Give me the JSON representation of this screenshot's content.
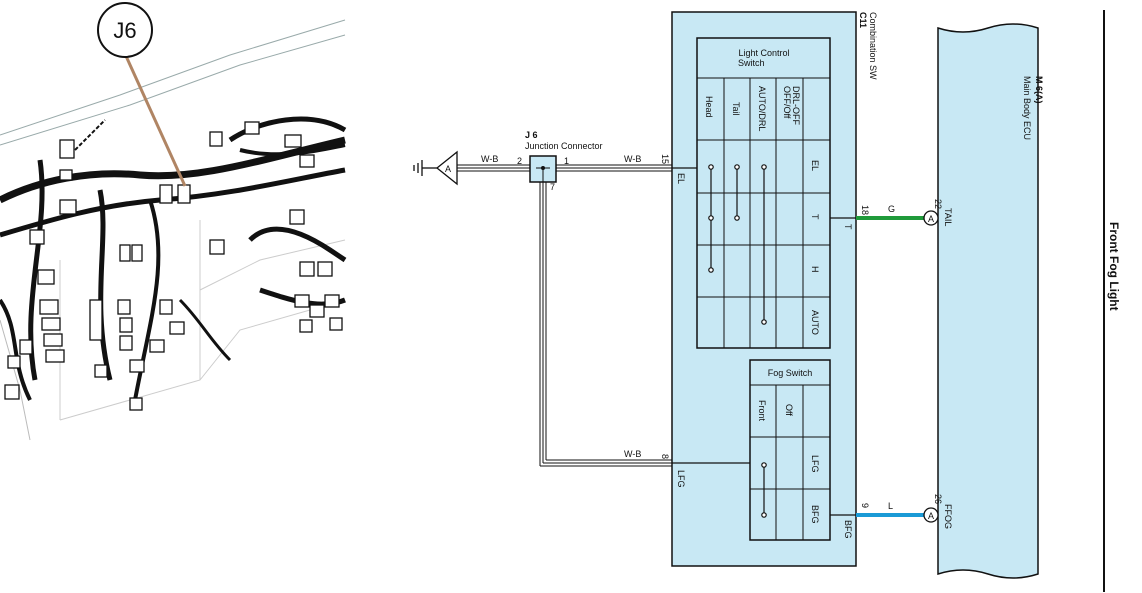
{
  "callout": {
    "label": "J6"
  },
  "junction": {
    "code": "J 6",
    "name": "Junction Connector",
    "pin_left": "2",
    "pin_right": "1",
    "pin_bottom": "7"
  },
  "combination_switch": {
    "code": "C11",
    "name": "Combination SW",
    "light_control": {
      "title_line1": "Light Control",
      "title_line2": "Switch",
      "positions": [
        "Head",
        "Tail",
        "AUTO/DRL",
        "OFF/Off",
        "DRL-OFF"
      ],
      "rows": [
        "EL",
        "T",
        "H",
        "AUTO"
      ]
    },
    "fog_switch": {
      "title": "Fog Switch",
      "positions": [
        "Front",
        "Off"
      ],
      "rows": [
        "LFG",
        "BFG"
      ]
    },
    "pins": {
      "el_pin": "15",
      "el_name": "EL",
      "t_pin": "18",
      "t_name": "T",
      "lfg_pin": "8",
      "lfg_name": "LFG",
      "bfg_pin": "9",
      "bfg_name": "BFG"
    }
  },
  "ecu": {
    "code": "M 6(A)",
    "name": "Main Body ECU",
    "tail_pin": "22",
    "tail_name": "TAIL",
    "ffog_pin": "26",
    "ffog_name": "FFOG",
    "connector_letter": "A"
  },
  "wires": {
    "wb": "W-B",
    "g": "G",
    "l": "L"
  },
  "ground_label": "A",
  "side_title": "Front Fog Light",
  "colors": {
    "panel": "#c8e8f4",
    "green": "#1f9a3a",
    "blue": "#1a9ad6",
    "callout_line": "#b08564"
  }
}
